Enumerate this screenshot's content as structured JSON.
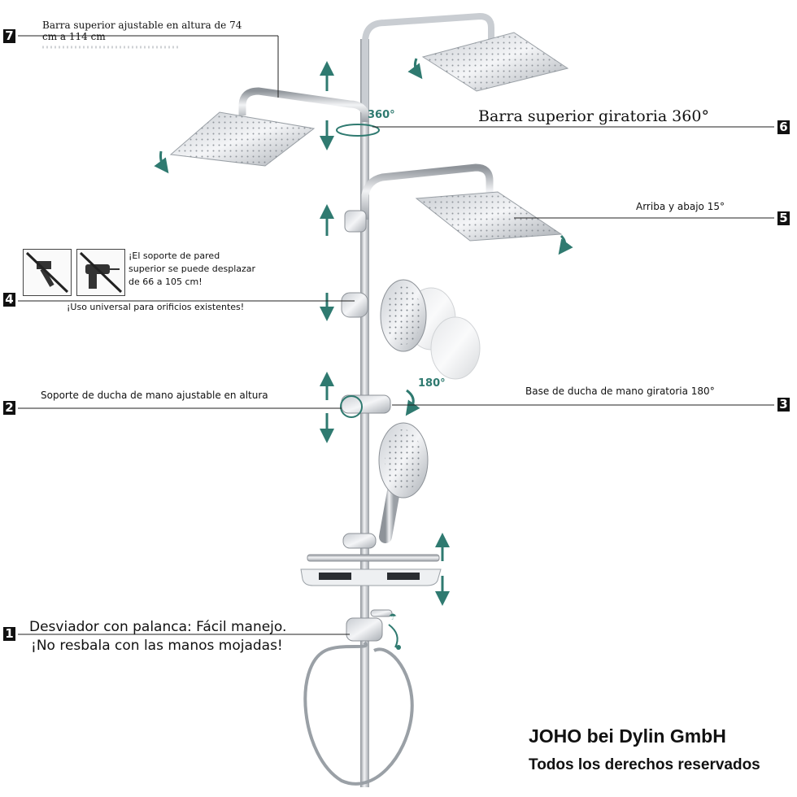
{
  "callouts": [
    {
      "number": "7",
      "text_line1": "Barra superior ajustable en altura de 74",
      "text_line2": "cm a 114 cm"
    },
    {
      "number": "6",
      "text": "Barra superior giratoria 360°"
    },
    {
      "number": "5",
      "text": "Arriba y abajo 15°"
    },
    {
      "number": "4",
      "note_line1": "¡El soporte de pared",
      "note_line2": "superior se puede desplazar",
      "note_line3": "de 66 a 105 cm!",
      "text": "¡Uso universal para orificios existentes!"
    },
    {
      "number": "2",
      "text": "Soporte de ducha de mano ajustable en altura"
    },
    {
      "number": "3",
      "text": "Base de ducha de mano giratoria 180°"
    },
    {
      "number": "1",
      "text_line1": "Desviador con palanca: Fácil manejo.",
      "text_line2": "¡No resbala con las manos mojadas!"
    }
  ],
  "rotation_labels": {
    "top": "360°",
    "handheld": "180°"
  },
  "icons": [
    "no-hammer-icon",
    "no-drill-icon"
  ],
  "brand": {
    "company": "JOHO bei Dylin GmbH",
    "rights": "Todos los derechos reservados"
  },
  "colors": {
    "accent": "#2f7a70",
    "chrome": "#b9bdc2",
    "line": "#222222"
  }
}
